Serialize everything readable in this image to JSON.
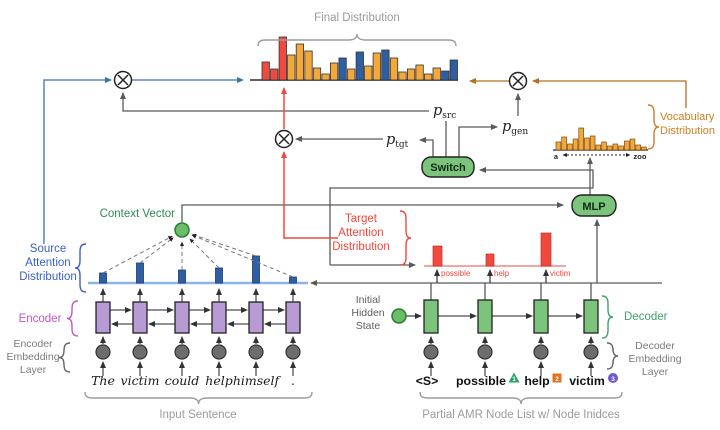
{
  "colors": {
    "red": "#f04a3e",
    "orange": "#f3a83b",
    "blue": "#2e5fa3",
    "wire_gray": "#5a5a5a",
    "wire_blue": "#3a6fc4",
    "wire_orange": "#b5701f",
    "wire_red": "#f4483a",
    "green_box": "#7cc47c",
    "purple_box": "#b89bd4",
    "gray_circle": "#6d6d6d",
    "green_node": "#69bd69"
  },
  "final_distribution": {
    "label": "Final Distribution",
    "bars": [
      {
        "c": "red",
        "h": 18
      },
      {
        "c": "red",
        "h": 11
      },
      {
        "c": "red",
        "h": 43
      },
      {
        "c": "orange",
        "h": 25
      },
      {
        "c": "orange",
        "h": 36
      },
      {
        "c": "orange",
        "h": 29
      },
      {
        "c": "orange",
        "h": 12
      },
      {
        "c": "orange",
        "h": 6
      },
      {
        "c": "orange",
        "h": 17
      },
      {
        "c": "blue",
        "h": 22
      },
      {
        "c": "orange",
        "h": 11
      },
      {
        "c": "blue",
        "h": 28
      },
      {
        "c": "orange",
        "h": 14
      },
      {
        "c": "orange",
        "h": 27
      },
      {
        "c": "blue",
        "h": 30
      },
      {
        "c": "orange",
        "h": 22
      },
      {
        "c": "orange",
        "h": 8
      },
      {
        "c": "orange",
        "h": 11
      },
      {
        "c": "orange",
        "h": 15
      },
      {
        "c": "orange",
        "h": 6
      },
      {
        "c": "orange",
        "h": 12
      },
      {
        "c": "blue",
        "h": 9
      },
      {
        "c": "blue",
        "h": 20
      }
    ]
  },
  "gates": {
    "src": {
      "p": "p",
      "sub": "src"
    },
    "tgt": {
      "p": "p",
      "sub": "tgt"
    },
    "gen": {
      "p": "p",
      "sub": "gen"
    }
  },
  "switch": {
    "label": "Switch"
  },
  "mlp": {
    "label": "MLP"
  },
  "vocabulary_distribution": {
    "label_lines": [
      "Vocabulary",
      "Distribution"
    ],
    "axis_start": "a",
    "axis_end": "zoo",
    "heights": [
      8,
      13,
      6,
      11,
      22,
      12,
      14,
      5,
      8,
      4,
      6,
      4,
      9,
      11,
      5,
      3
    ]
  },
  "context_vector": {
    "label": "Context Vector"
  },
  "target_attention": {
    "label_lines": [
      "Target",
      "Attention",
      "Distribution"
    ],
    "bars": [
      {
        "label": "possible",
        "h": 20
      },
      {
        "label": "help",
        "h": 12
      },
      {
        "label": "victim",
        "h": 33
      }
    ]
  },
  "source_attention": {
    "label_lines": [
      "Source",
      "Attention",
      "Distribution"
    ],
    "heights": [
      10,
      20,
      13,
      15,
      27,
      6
    ]
  },
  "encoder": {
    "label": "Encoder",
    "embedding_label_lines": [
      "Encoder",
      "Embedding",
      "Layer"
    ],
    "tokens": [
      "The",
      "victim",
      "could",
      "help",
      "himself",
      "."
    ],
    "caption": "Input Sentence"
  },
  "decoder": {
    "label": "Decoder",
    "embedding_label_lines": [
      "Decoder",
      "Embedding",
      "Layer"
    ],
    "initial_state_label_lines": [
      "Initial",
      "Hidden",
      "State"
    ],
    "tokens": [
      {
        "text": "<S>"
      },
      {
        "text": "possible",
        "idx": "1",
        "marker": "triangle",
        "marker_color": "#27a567"
      },
      {
        "text": "help",
        "idx": "2",
        "marker": "square",
        "marker_color": "#e2731f"
      },
      {
        "text": "victim",
        "idx": "3",
        "marker": "circle",
        "marker_color": "#6a5ace"
      }
    ],
    "caption": "Partial AMR Node List w/ Node Inidces"
  }
}
